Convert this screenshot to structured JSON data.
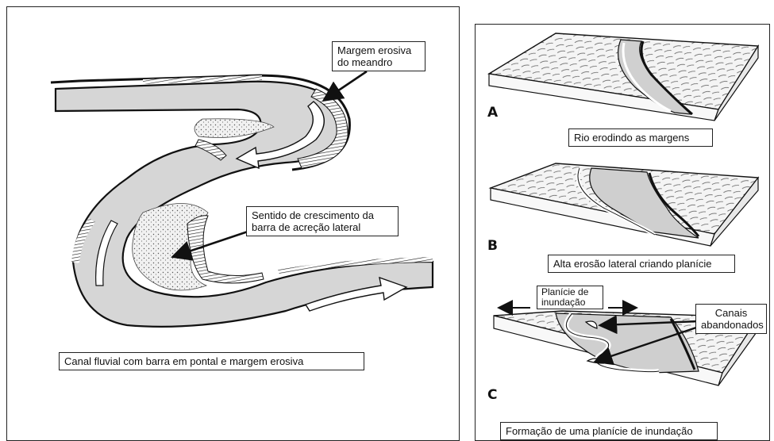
{
  "left_panel": {
    "callout_outer_bank": "Margem erosiva\ndo meandro",
    "callout_bar_growth": "Sentido de crescimento da\nbarra de acreção lateral",
    "caption": "Canal fluvial com barra em pontal e margem erosiva"
  },
  "right_panel": {
    "blocks": [
      {
        "letter": "A",
        "caption": "Rio erodindo as margens"
      },
      {
        "letter": "B",
        "caption": "Alta erosão lateral criando planície"
      },
      {
        "letter": "C",
        "caption": "Formação de uma planície de inundação"
      }
    ],
    "callout_floodplain": "Planície de\ninundação",
    "callout_abandoned": "Canais\nabandonados"
  },
  "colors": {
    "channel": "#d6d6d6",
    "bank": "#ffffff",
    "bar": "#ececec",
    "ink": "#111111"
  }
}
